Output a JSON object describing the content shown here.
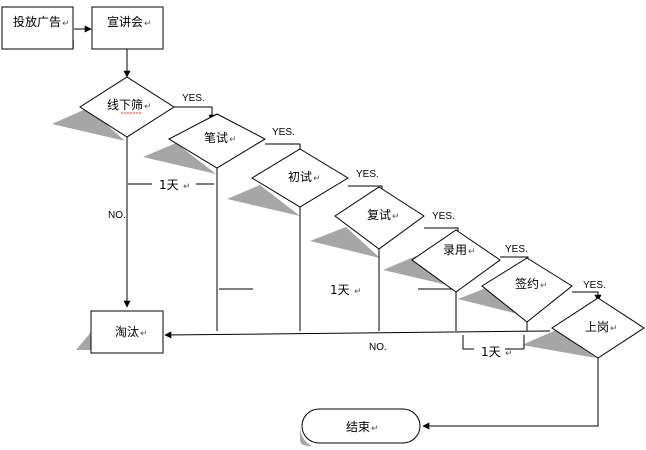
{
  "nodes": {
    "ads": "投放广告",
    "seminar": "宣讲会",
    "offline_screen": "线下筛",
    "written_test": "笔试",
    "first_interview": "初试",
    "second_interview": "复试",
    "hire": "录用",
    "sign": "签约",
    "onboard": "上岗",
    "eliminate": "淘汰",
    "end": "结束"
  },
  "labels": {
    "yes": "YES.",
    "no": "NO.",
    "one_day": "1天"
  },
  "paragraph_mark": "↵",
  "colors": {
    "line": "#000000",
    "shadow": "#a6a6a6",
    "fill": "#ffffff"
  }
}
